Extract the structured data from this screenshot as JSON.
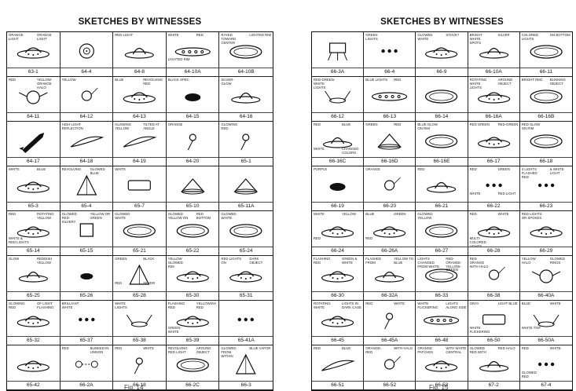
{
  "left": {
    "title": "SKETCHES BY WITNESSES",
    "caption": "Fig. 14",
    "cells": [
      {
        "label": "63-1",
        "shape": "saucer",
        "notes": [
          "ORANGE LIGHT",
          "ORANGE LIGHT"
        ]
      },
      {
        "label": "64-4",
        "shape": "ring",
        "notes": []
      },
      {
        "label": "64-8",
        "shape": "dome",
        "notes": [
          "RED LIGHT"
        ]
      },
      {
        "label": "64-10A",
        "shape": "craft",
        "notes": [
          "WHITE",
          "RED",
          "LIGHTED RIM"
        ]
      },
      {
        "label": "64-10B",
        "shape": "oval",
        "notes": [
          "RAYED TOWARD CENTER",
          "LIGHTED RIM"
        ]
      },
      {
        "label": "64-11",
        "shape": "halo",
        "notes": [
          "RED",
          "YELLOW-ORANGE HALO"
        ]
      },
      {
        "label": "64-12",
        "shape": "circle",
        "notes": [
          "YELLOW"
        ]
      },
      {
        "label": "64-13",
        "shape": "saucer",
        "notes": [
          "BLUE",
          "REVOLVING RED"
        ]
      },
      {
        "label": "64-15",
        "shape": "blob",
        "notes": [
          "BLACK SPEC"
        ]
      },
      {
        "label": "64-16",
        "shape": "dome",
        "notes": [
          "SILVER-GLOW"
        ]
      },
      {
        "label": "64-17",
        "shape": "rocket",
        "notes": []
      },
      {
        "label": "64-18",
        "shape": "cigar",
        "notes": [
          "HIGH LIGHT REFLECTION"
        ]
      },
      {
        "label": "64-19",
        "shape": "cigar",
        "notes": [
          "GLOWING YELLOW",
          "TILTED AT ANGLE"
        ]
      },
      {
        "label": "64-20",
        "shape": "lollipop",
        "notes": [
          "ORANGE"
        ]
      },
      {
        "label": "65-1",
        "shape": "lollipop",
        "notes": [
          "GLOWING RED"
        ]
      },
      {
        "label": "65-3",
        "shape": "saucer",
        "notes": [
          "WHITE",
          "BLUE"
        ]
      },
      {
        "label": "65-4",
        "shape": "tri",
        "notes": [
          "REVOLVING",
          "GLOWED BLUE"
        ]
      },
      {
        "label": "65-7",
        "shape": "rect",
        "notes": [
          "WHITE"
        ]
      },
      {
        "label": "65-10",
        "shape": "cone",
        "notes": []
      },
      {
        "label": "65-11A",
        "shape": "cone",
        "notes": []
      },
      {
        "label": "65-14",
        "shape": "saucer",
        "notes": [
          "RED",
          "ROTATING YELLOW",
          "WHITE & RED LIGHTS"
        ]
      },
      {
        "label": "65-15",
        "shape": "square",
        "notes": [
          "GLOWED RED-SILVERY",
          "YELLOW OR GREEN"
        ]
      },
      {
        "label": "65-21",
        "shape": "oval",
        "notes": [
          "GLOWED WHITE"
        ]
      },
      {
        "label": "65-22",
        "shape": "oval",
        "notes": [
          "GLOWED YELLOW ON",
          "RED BOTTOM"
        ]
      },
      {
        "label": "65-24",
        "shape": "oval",
        "notes": [
          "GLOWED WHITE"
        ]
      },
      {
        "label": "65-25",
        "shape": "dome",
        "notes": [
          "GLOW",
          "REDDISH YELLOW"
        ]
      },
      {
        "label": "65-26",
        "shape": "disk",
        "notes": []
      },
      {
        "label": "65-28",
        "shape": "tri",
        "notes": [
          "GREEN",
          "BLACK",
          "RED",
          "SILVER"
        ]
      },
      {
        "label": "65-30",
        "shape": "saucer",
        "notes": [
          "YELLOW GLOWED RIM"
        ]
      },
      {
        "label": "65-31",
        "shape": "saucer",
        "notes": [
          "RED LIGHTS ON",
          "DARK OBJECT"
        ]
      },
      {
        "label": "65-32",
        "shape": "saucer",
        "notes": [
          "GLOWING RED",
          "OF LIGHT FLASHING"
        ]
      },
      {
        "label": "65-37",
        "shape": "dots",
        "notes": [
          "BRILLIANT WHITE"
        ]
      },
      {
        "label": "65-38",
        "shape": "lines",
        "notes": [
          "WHITE LIGHTS"
        ]
      },
      {
        "label": "65-39",
        "shape": "saucer",
        "notes": [
          "FLASHING RED",
          "YELLOWISH RED",
          "GREEN-WHITE"
        ]
      },
      {
        "label": "65-41A",
        "shape": "dots",
        "notes": []
      },
      {
        "label": "65-42",
        "shape": "saucer",
        "notes": []
      },
      {
        "label": "66-2A",
        "shape": "blinkers",
        "notes": [
          "RED",
          "BLINKED IN UNISON"
        ]
      },
      {
        "label": "66-18",
        "shape": "lollipop",
        "notes": [
          "RED",
          "WHITE"
        ]
      },
      {
        "label": "66-2C",
        "shape": "oval",
        "notes": [
          "REVOLVING RED LIGHT",
          "AROUND OBJECT"
        ]
      },
      {
        "label": "66-3",
        "shape": "tri",
        "notes": [
          "GLOWED FROM WITHIN",
          "BLUE VAPOR"
        ]
      }
    ]
  },
  "right": {
    "title": "SKETCHES BY WITNESSES",
    "caption": "Fig. 15",
    "cells": [
      {
        "label": "66-3A",
        "shape": "lander",
        "notes": []
      },
      {
        "label": "66-4",
        "shape": "dots",
        "notes": [
          "GREEN LIGHTS"
        ]
      },
      {
        "label": "66-9",
        "shape": "saucer",
        "notes": [
          "GLOWED WHITE",
          "STOVE?"
        ]
      },
      {
        "label": "66-10A",
        "shape": "dome",
        "notes": [
          "BRIGHT WHITE SPOTS",
          "SILVER"
        ]
      },
      {
        "label": "66-11",
        "shape": "oval",
        "notes": [
          "COLORED LIGHTS",
          "ON BOTTOM"
        ]
      },
      {
        "label": "66-12",
        "shape": "lines",
        "notes": [
          "RED-GREEN-WHITE LIGHTS"
        ]
      },
      {
        "label": "66-13",
        "shape": "craft",
        "notes": [
          "BLUE LIGHTS",
          "RED"
        ]
      },
      {
        "label": "66-14",
        "shape": "oval",
        "notes": []
      },
      {
        "label": "66-16A",
        "shape": "saucer",
        "notes": [
          "ROTATING WHITE LIGHTS",
          "AROUND OBJECT"
        ]
      },
      {
        "label": "66-16B",
        "shape": "oval",
        "notes": [
          "BRIGHT RED",
          "BLINKING OBJECT"
        ]
      },
      {
        "label": "66-16C",
        "shape": "dome",
        "notes": [
          "RED",
          "BLUE",
          "WHITE",
          "CHANGED COLORS"
        ]
      },
      {
        "label": "66-16D",
        "shape": "cone",
        "notes": [
          "GREEN",
          "RED"
        ]
      },
      {
        "label": "66-16E",
        "shape": "oval",
        "notes": [
          "BLUE GLOW ON RIM"
        ]
      },
      {
        "label": "66-17",
        "shape": "saucer",
        "notes": [
          "RED GREEN",
          "RED-GREEN"
        ]
      },
      {
        "label": "66-18",
        "shape": "oval",
        "notes": [
          "RED GLOW ON RIM"
        ]
      },
      {
        "label": "66-19",
        "shape": "blob",
        "notes": [
          "PURPLE"
        ]
      },
      {
        "label": "66-20",
        "shape": "circle",
        "notes": [
          "ORANGE"
        ]
      },
      {
        "label": "66-21",
        "shape": "dome",
        "notes": [
          "RED"
        ]
      },
      {
        "label": "66-22",
        "shape": "dots",
        "notes": [
          "RED",
          "GREEN",
          "WHITE",
          "RED LIGHT"
        ]
      },
      {
        "label": "66-23",
        "shape": "dots",
        "notes": [
          "3 LIGHTS FLASHED RED",
          "& WHITE LIGHT"
        ]
      },
      {
        "label": "66-24",
        "shape": "saucer",
        "notes": [
          "WHITE",
          "YELLOW",
          "RED"
        ]
      },
      {
        "label": "66-26A",
        "shape": "saucer",
        "notes": [
          "BLUE",
          "GREEN",
          "RED"
        ]
      },
      {
        "label": "66-27",
        "shape": "oval",
        "notes": [
          "GLOWED YELLOW"
        ]
      },
      {
        "label": "66-28",
        "shape": "saucer",
        "notes": [
          "RED",
          "WHITE",
          "MULTI-COLORED LIGHTS"
        ]
      },
      {
        "label": "66-29",
        "shape": "saucer",
        "notes": [
          "RED LIGHTS OR SPOKES"
        ]
      },
      {
        "label": "66-30",
        "shape": "saucer",
        "notes": [
          "FLASHING RED",
          "GREEN & WHITE"
        ]
      },
      {
        "label": "66-32A",
        "shape": "dome",
        "notes": [
          "FLASHED FROM",
          "YELLOW TO BLUE"
        ]
      },
      {
        "label": "66-33",
        "shape": "oval",
        "notes": [
          "LIGHTS CHANGED FROM WHITE",
          "RED-ORANGE-YELLOW-GREEN"
        ]
      },
      {
        "label": "66-38",
        "shape": "circle",
        "notes": [
          "RED ORANGE WITH HALO"
        ]
      },
      {
        "label": "66-40A",
        "shape": "halo",
        "notes": [
          "YELLOW HALO",
          "GLOWED RINGS"
        ]
      },
      {
        "label": "66-45",
        "shape": "saucer",
        "notes": [
          "ROTATING WHITE",
          "LIGHTS IN DARK CASE"
        ]
      },
      {
        "label": "66-45A",
        "shape": "lollipop",
        "notes": [
          "RED",
          "WHITE"
        ]
      },
      {
        "label": "66-48",
        "shape": "craft",
        "notes": [
          "WHITE FLICKERING",
          "LIGHTS ALONG SIDE"
        ]
      },
      {
        "label": "66-50",
        "shape": "rect",
        "notes": [
          "GRAY",
          "LIGHT BLUE",
          "WHITE FLICKERING"
        ]
      },
      {
        "label": "66-50A",
        "shape": "lines",
        "notes": [
          "BLUE",
          "WHITE",
          "WHITE TINT"
        ]
      },
      {
        "label": "66-51",
        "shape": "cigar",
        "notes": [
          "RED",
          "BLUE"
        ]
      },
      {
        "label": "66-52",
        "shape": "circle",
        "notes": [
          "ORANGE-RED",
          "WITH HALO"
        ]
      },
      {
        "label": "66-53",
        "shape": "saucer",
        "notes": [
          "ORANGE PATCHES",
          "WITH WHITE CENTRAL"
        ]
      },
      {
        "label": "67-2",
        "shape": "dome",
        "notes": [
          "GLOWED RED WITH",
          "RED HALO"
        ]
      },
      {
        "label": "67-4",
        "shape": "dots",
        "notes": [
          "RED",
          "WHITE",
          "GLOWED RED"
        ]
      }
    ]
  }
}
